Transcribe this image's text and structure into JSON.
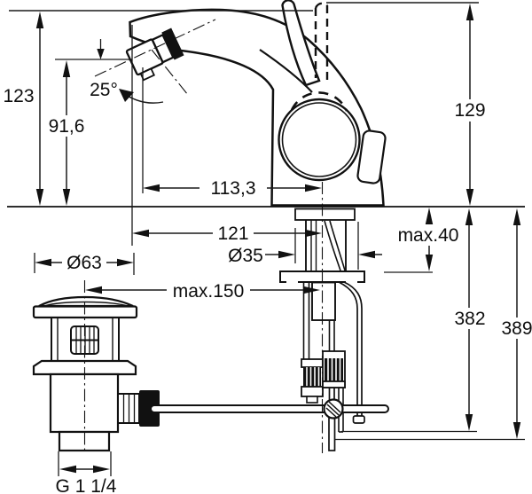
{
  "drawing": {
    "title": "Single-lever mixer tap with pop-up waste — dimensional drawing",
    "units": "mm"
  },
  "labels": {
    "total_height": "123",
    "aerator_height": "91,6",
    "spray_angle": "25°",
    "handle_height": "129",
    "spout_reach": "113,3",
    "drain_offset": "121",
    "deck_max_thickness": "max.40",
    "waste_flange_dia": "Ø63",
    "hole_dia": "Ø35",
    "rod_max_distance": "max.150",
    "hose_length": "382",
    "rod_length": "389",
    "waste_thread": "G 1 1/4"
  }
}
